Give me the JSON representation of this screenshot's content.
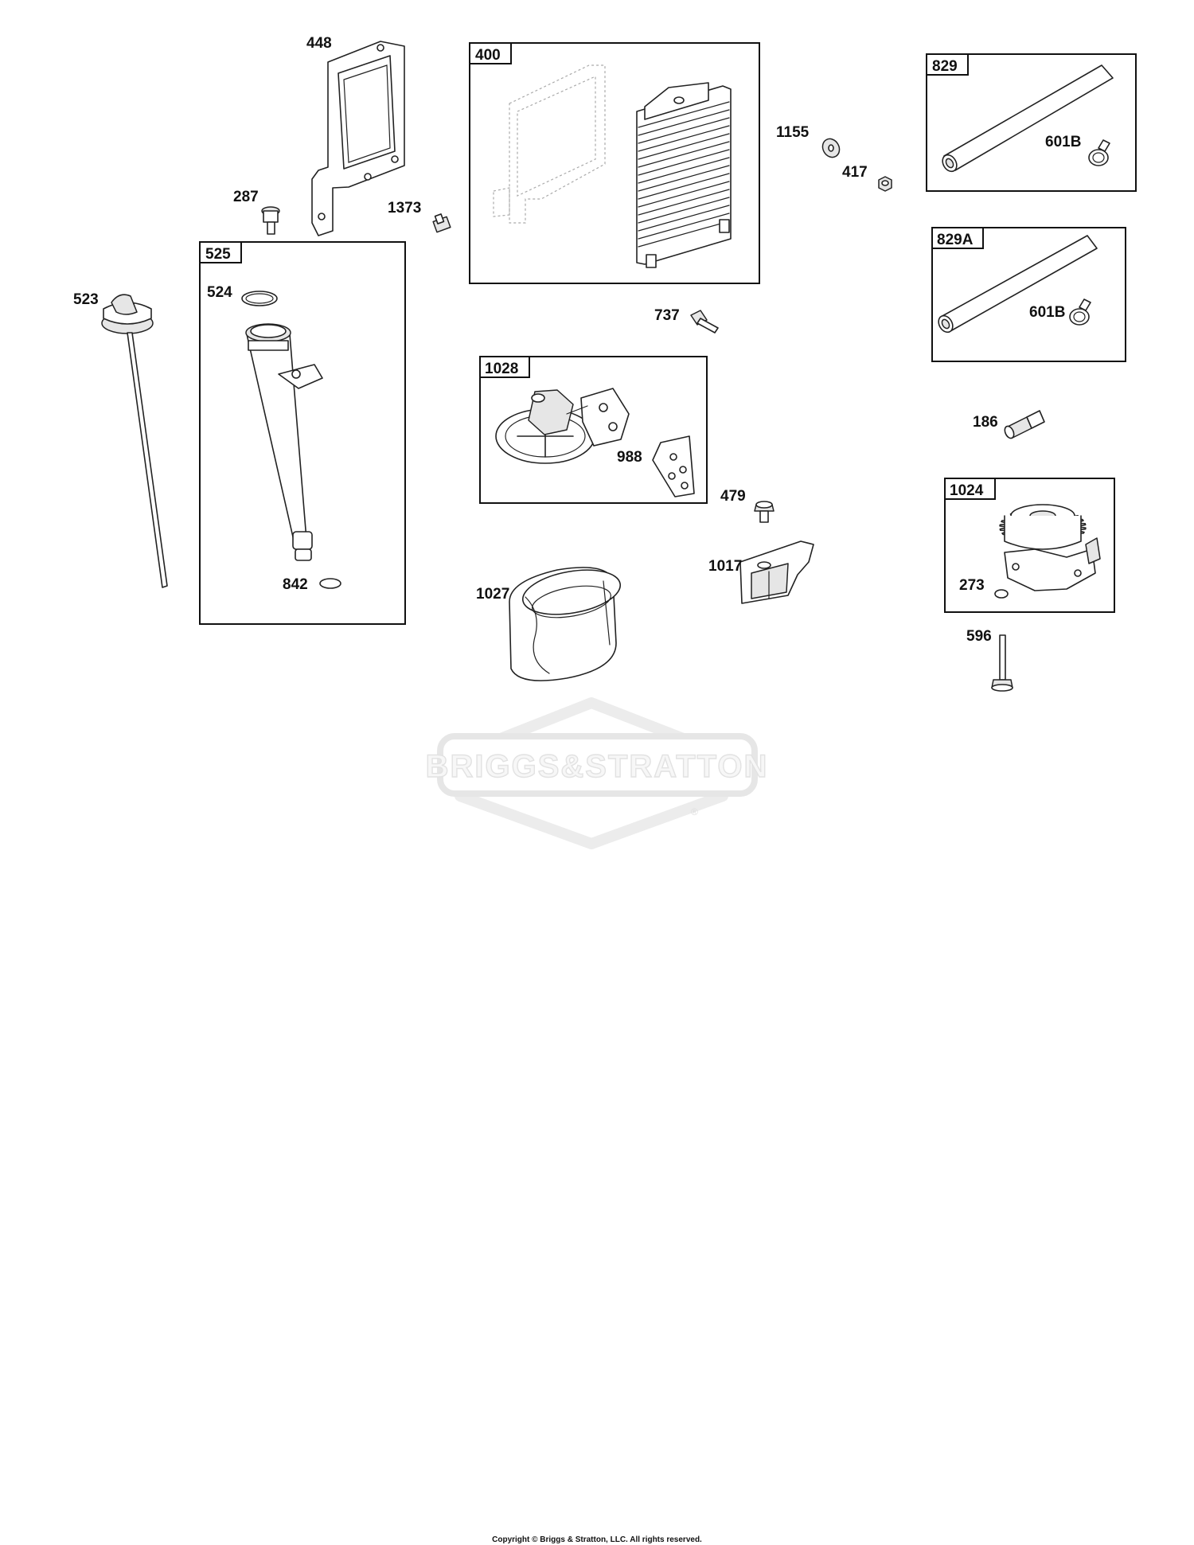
{
  "callouts": {
    "c448": "448",
    "c287": "287",
    "c1373": "1373",
    "c525": "525",
    "c524": "524",
    "c523": "523",
    "c842": "842",
    "c400": "400",
    "c1155": "1155",
    "c417": "417",
    "c737": "737",
    "c1028": "1028",
    "c988": "988",
    "c479": "479",
    "c1017": "1017",
    "c1027": "1027",
    "c829": "829",
    "c601b_a": "601B",
    "c829a": "829A",
    "c601b_b": "601B",
    "c186": "186",
    "c1024": "1024",
    "c273": "273",
    "c596": "596"
  },
  "watermark": {
    "brand": "BRIGGS&STRATTON",
    "mark": "®"
  },
  "footer": {
    "copyright": "Copyright © Briggs & Stratton, LLC. All rights reserved."
  }
}
